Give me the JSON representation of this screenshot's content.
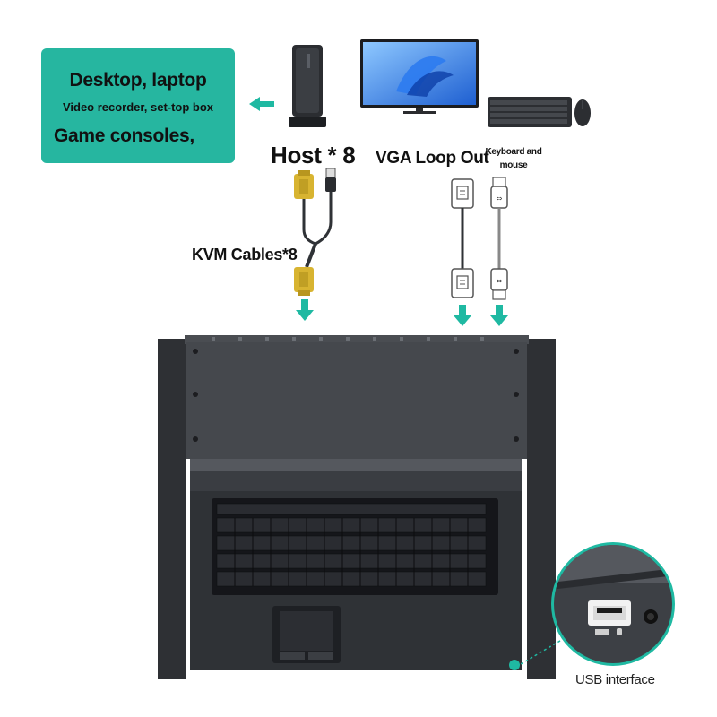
{
  "source_devices": {
    "line1": "Desktop, laptop",
    "line2": "Video recorder, set-top box",
    "line3": "Game consoles,"
  },
  "labels": {
    "host": "Host * 8",
    "vga_loop_out": "VGA Loop Out",
    "keyboard_mouse": "Keyboard and mouse",
    "kvm_cables": "KVM Cables*8",
    "usb_interface": "USB interface"
  },
  "colors": {
    "accent_teal": "#1fb9a2",
    "bubble_bg": "#26b6a0",
    "chassis": "#3d4045",
    "chassis_dark": "#2a2c30",
    "vga_connector": "#d8b431",
    "cable": "#2f3236"
  },
  "icons": [
    "arrow-left-icon",
    "arrow-down-icon",
    "vga-connector-icon",
    "usb-connector-icon",
    "mouse-icon",
    "monitor-icon",
    "pc-tower-icon"
  ]
}
